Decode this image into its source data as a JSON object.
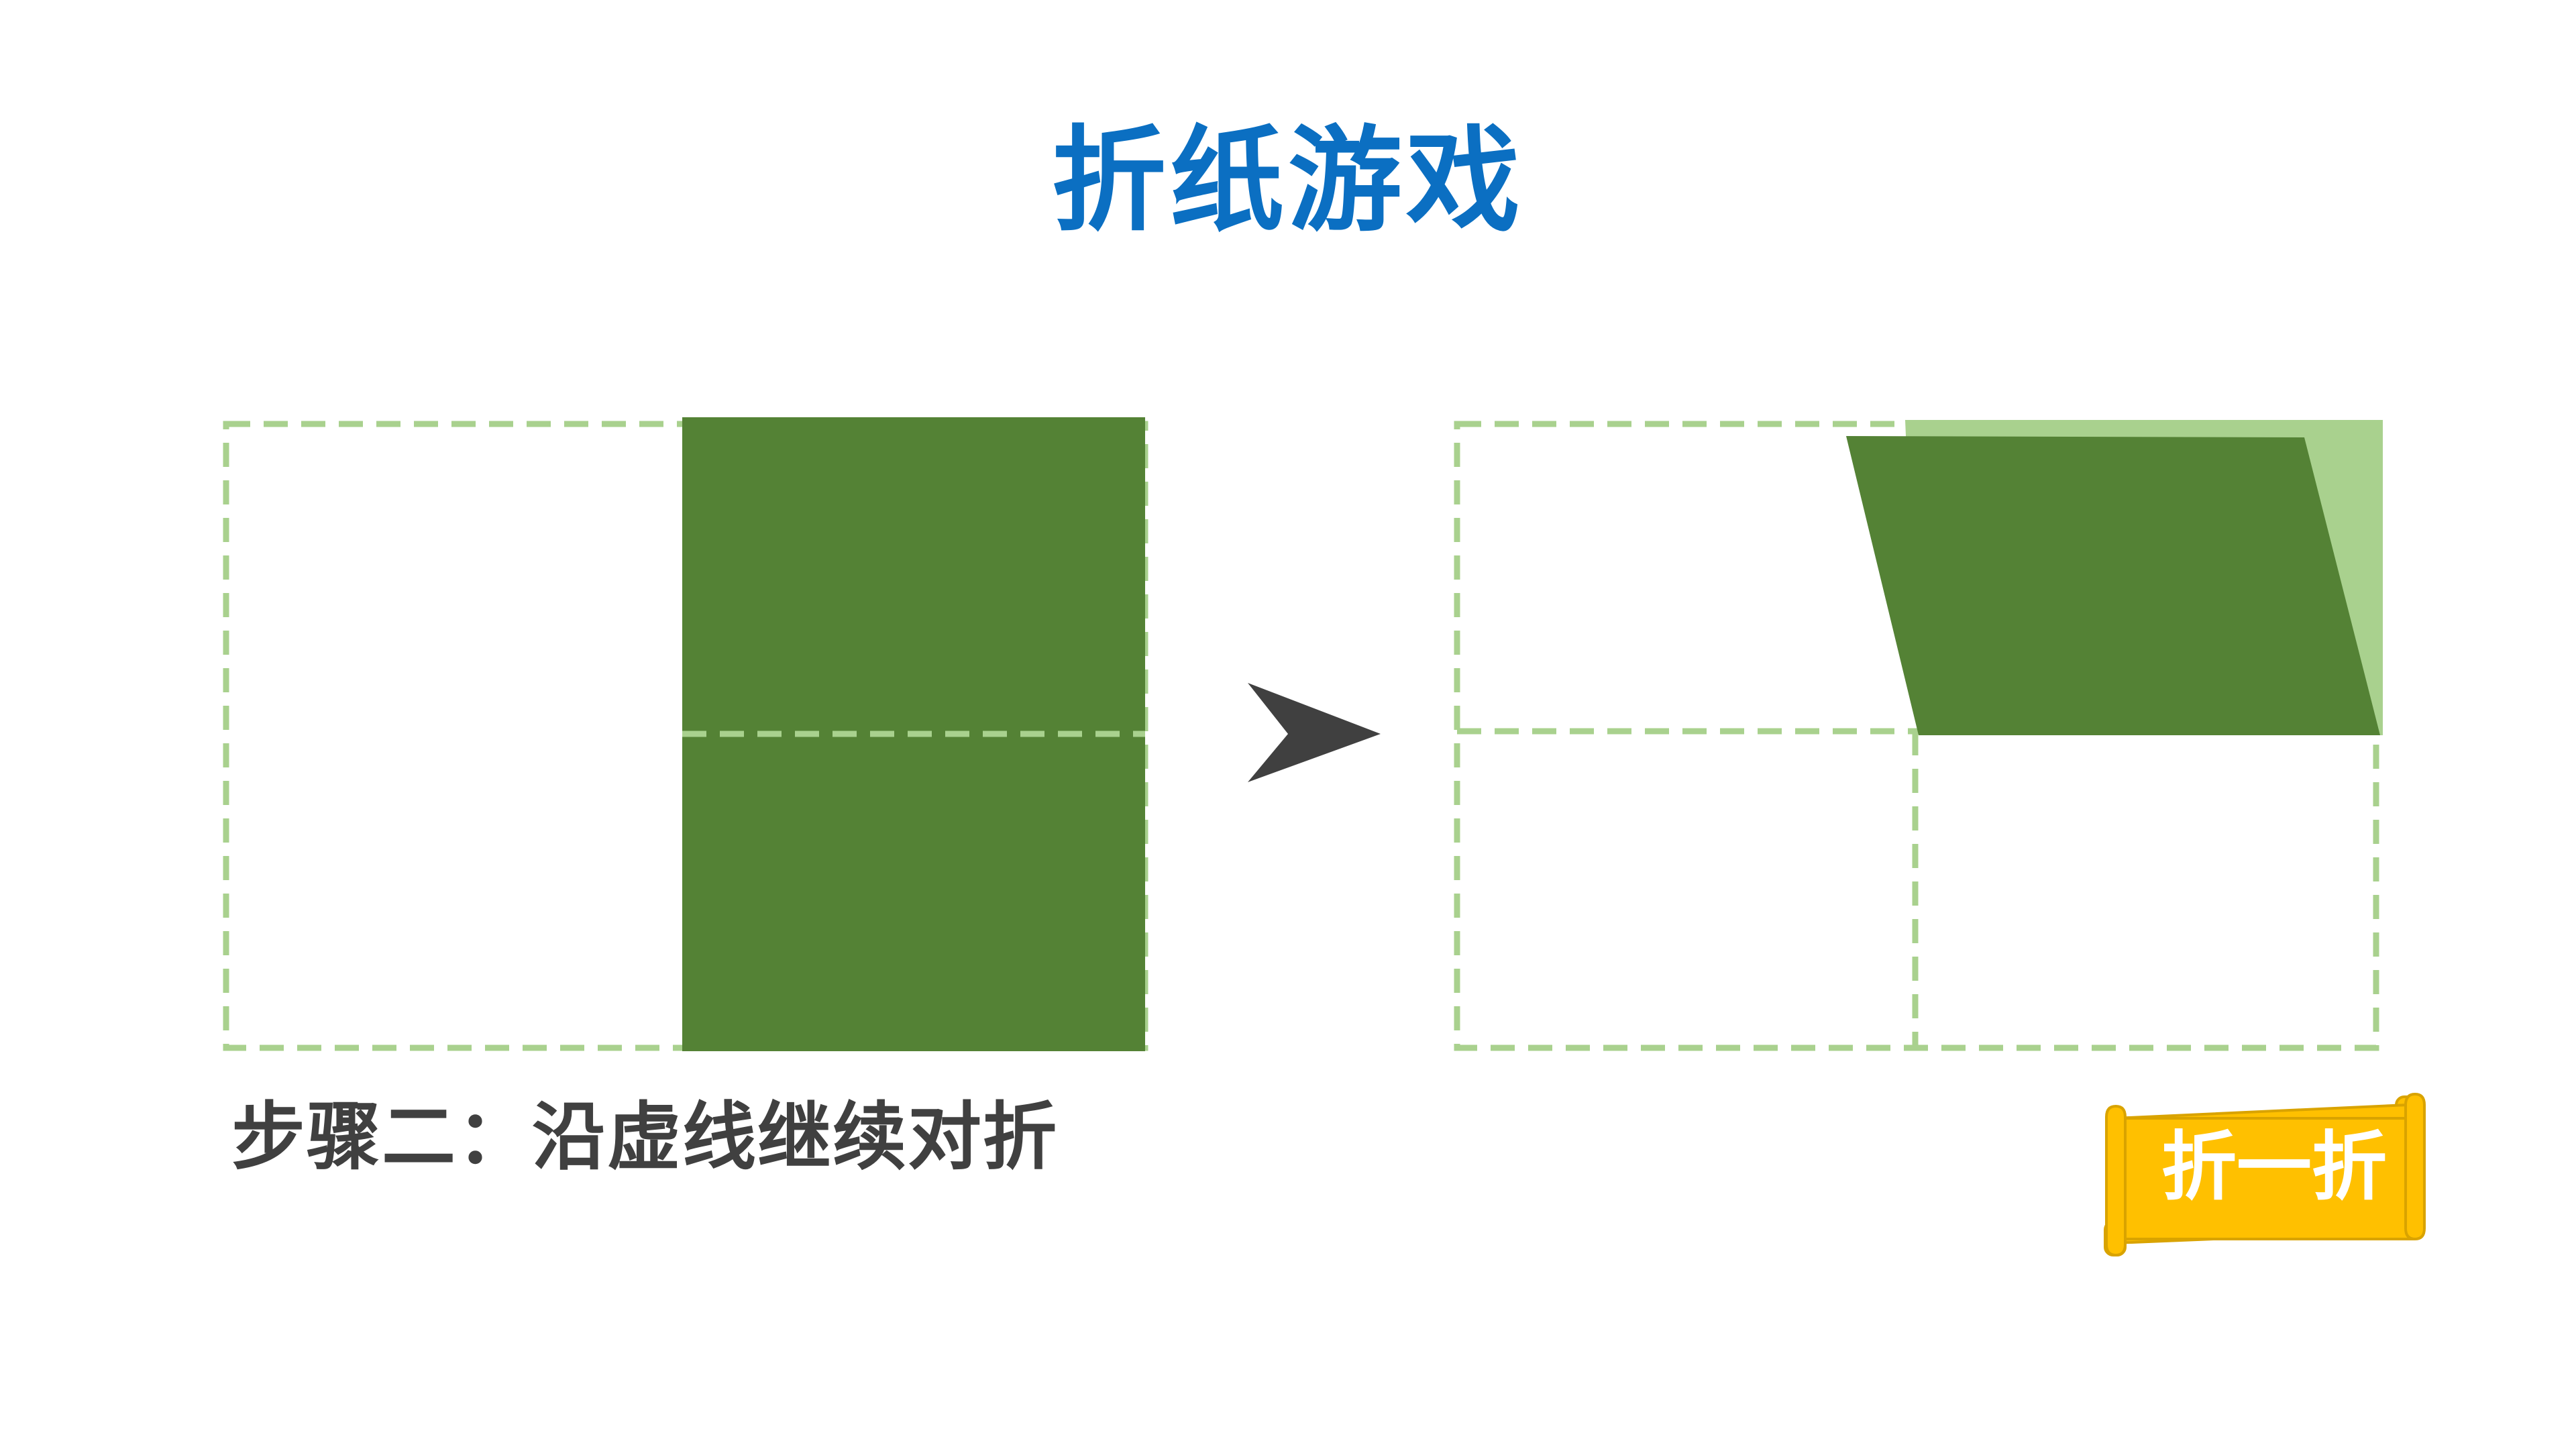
{
  "title": "折纸游戏",
  "step_caption": "步骤二：沿虚线继续对折",
  "fold_button": {
    "label": "折一折"
  },
  "arrow_icon": "arrow-right-icon",
  "colors": {
    "title": "#0b6fc2",
    "caption": "#404040",
    "paper_dark_green": "#548235",
    "paper_light_green": "#a9d18e",
    "dashed_outline": "#a9d18e",
    "arrow": "#404040",
    "button_fill": "#ffc000",
    "button_border": "#d9a300"
  }
}
